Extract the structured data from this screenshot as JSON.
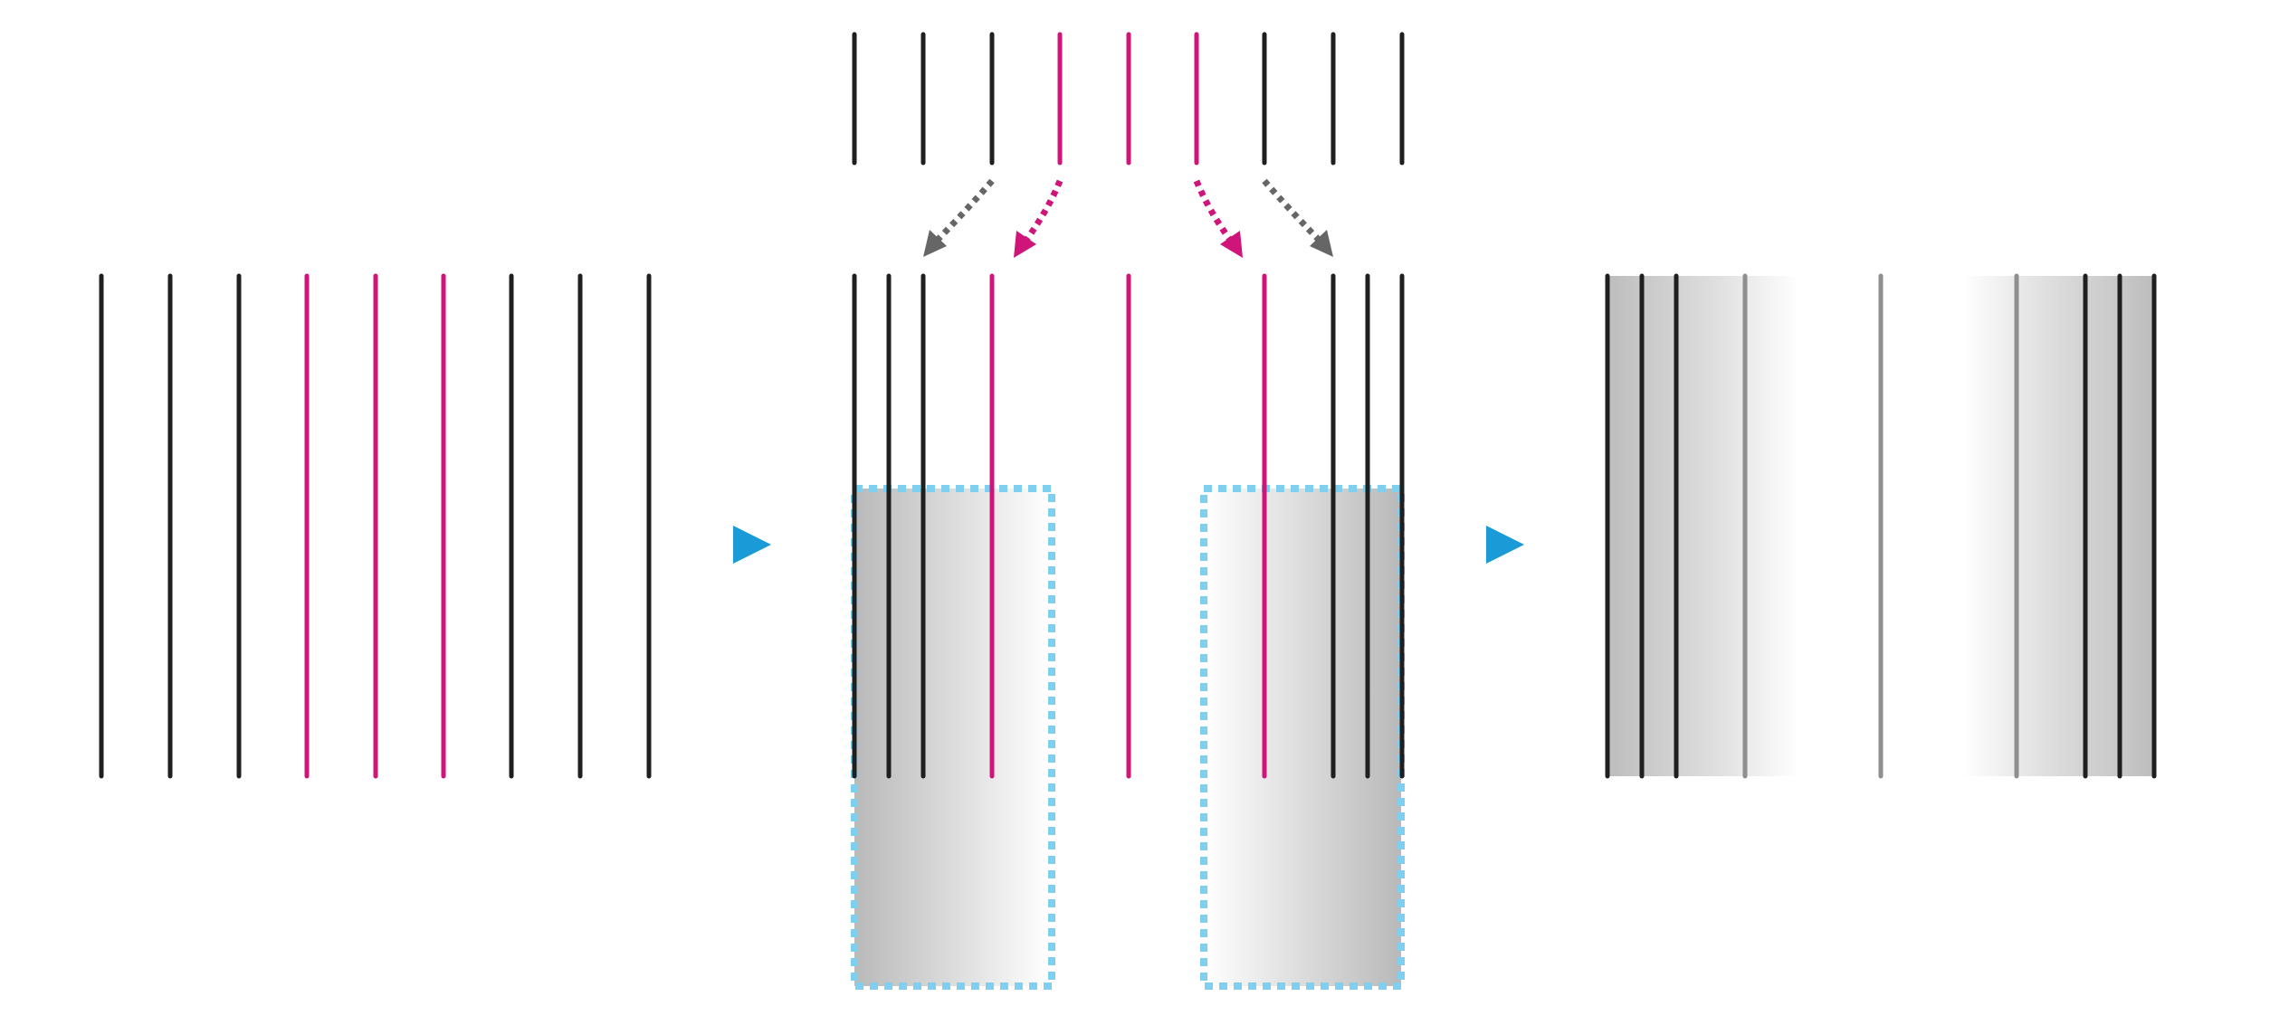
{
  "colors": {
    "background": "#ffffff",
    "line_black": "#1f1f1f",
    "line_magenta": "#d0157a",
    "arrow_gray": "#666666",
    "box_border": "#7fd0ee",
    "step_arrow": "#1a9ad6",
    "gradient_dark": "#b9b9b9",
    "gradient_light": "#ffffff",
    "faded_line": "#8f8f8f"
  },
  "panels": [
    {
      "name": "original-lines-panel",
      "line_colors": [
        "black",
        "black",
        "black",
        "magenta",
        "magenta",
        "magenta",
        "black",
        "black",
        "black"
      ]
    },
    {
      "name": "compressed-lines-panel",
      "reference_line_colors": [
        "black",
        "black",
        "black",
        "magenta",
        "magenta",
        "magenta",
        "black",
        "black",
        "black"
      ],
      "line_colors": [
        "black",
        "black",
        "black",
        "magenta",
        "magenta",
        "magenta",
        "black",
        "black",
        "black"
      ],
      "shaded_boxes": 2,
      "dotted_shift_arrows": [
        "gray",
        "magenta",
        "magenta",
        "gray"
      ]
    },
    {
      "name": "blended-result-panel",
      "line_shades": [
        "dark",
        "dark",
        "dark",
        "faded",
        "faded",
        "faded",
        "dark",
        "dark",
        "dark"
      ]
    }
  ],
  "step_arrows": [
    "step-arrow-1",
    "step-arrow-2"
  ],
  "icons": [
    "dotted-arrow-icon",
    "play-triangle-icon"
  ]
}
